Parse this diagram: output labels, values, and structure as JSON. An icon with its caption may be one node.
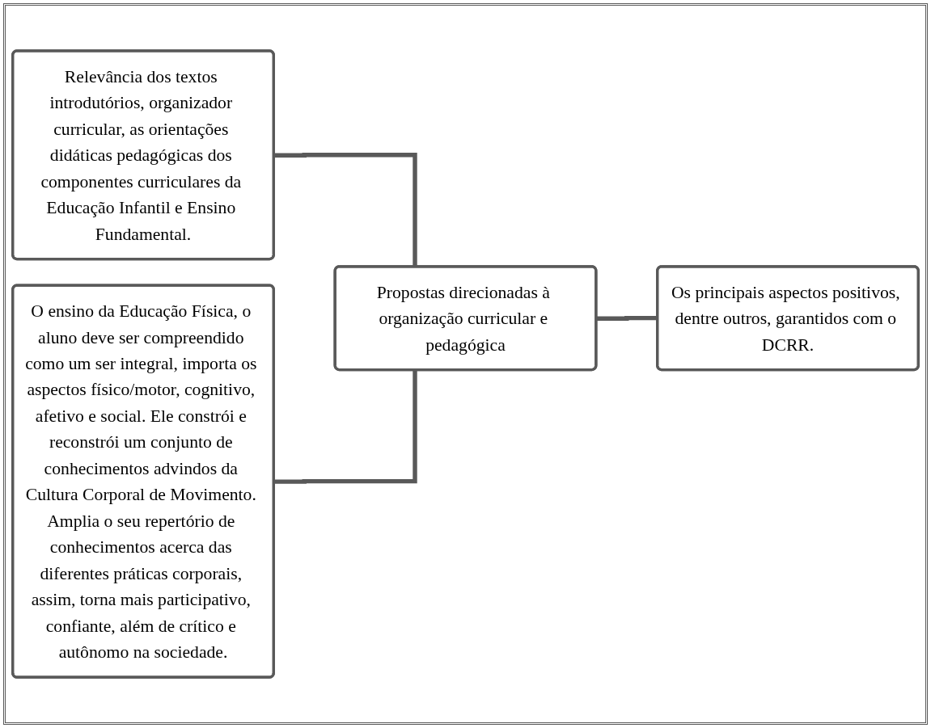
{
  "diagram": {
    "nodes": [
      {
        "text": [
          "Relevância dos textos introdutórios, organizador curricular, as orientações didáticas pedagógicas dos componentes curriculares da Educação Infantil e Ensino Fundamental."
        ]
      },
      {
        "text": [
          "O ensino da Educação Física, o aluno deve ser compreendido como um ser integral, importa os aspectos físico/motor, cognitivo, afetivo e social. Ele constrói e reconstrói um conjunto de conhecimentos advindos da Cultura Corporal de Movimento. Amplia o seu repertório de conhecimentos acerca das diferentes práticas corporais, assim, torna mais participativo, confiante, além de crítico e autônomo na sociedade."
        ]
      },
      {
        "text": [
          "Propostas direcionadas à organização curricular e pedagógica"
        ]
      },
      {
        "text": [
          "Os principais aspectos positivos, dentre outros, garantidos com o DCRR."
        ]
      }
    ],
    "edges": [
      {
        "from": 0,
        "to": 2,
        "arrow": "none"
      },
      {
        "from": 1,
        "to": 2,
        "arrow": "none"
      },
      {
        "from": 2,
        "to": 3,
        "arrow": "none"
      }
    ]
  }
}
